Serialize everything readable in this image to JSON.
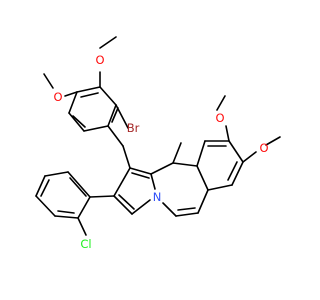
{
  "molecule": {
    "atoms": {
      "o1": "O",
      "o2": "O",
      "o3": "O",
      "o4": "O",
      "br": "Br",
      "cl": "Cl",
      "n": "N"
    },
    "colors": {
      "O": "#ff0d0d",
      "Br": "#a62929",
      "Cl": "#1ff01f",
      "N": "#3050f8",
      "bond": "#000000"
    }
  }
}
